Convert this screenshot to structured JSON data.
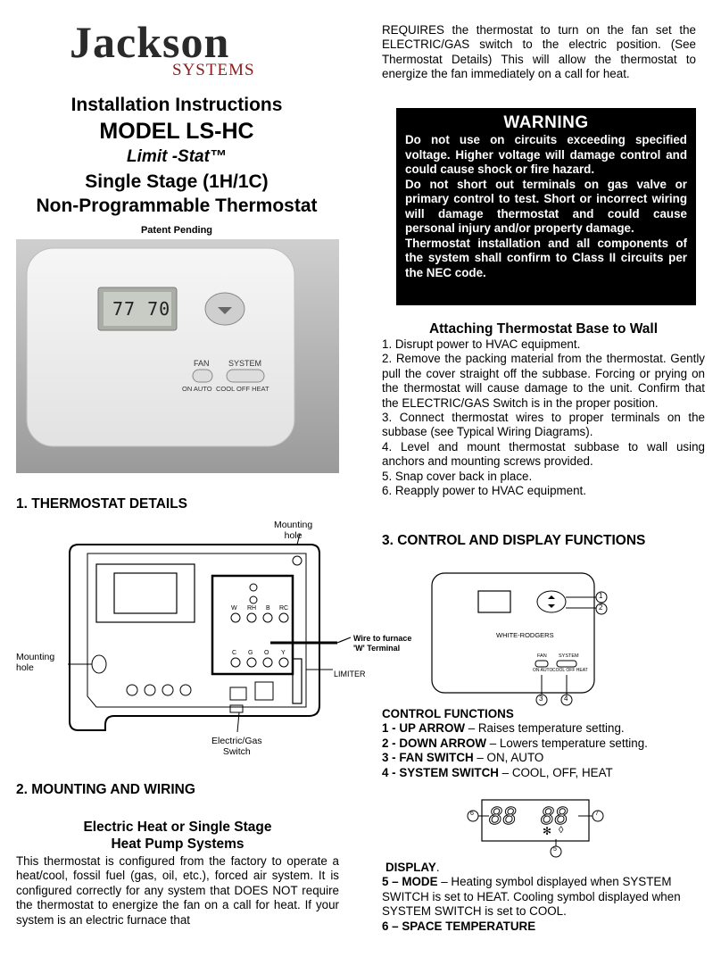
{
  "logo": {
    "brand": "Jackson",
    "sub": "SYSTEMS"
  },
  "title": {
    "line1": "Installation Instructions",
    "line2": "MODEL LS-HC",
    "line3": "Limit -Stat™",
    "line4": "Single Stage (1H/1C)",
    "line5": "Non-Programmable Thermostat",
    "line6": "Patent Pending"
  },
  "photo": {
    "display": "77 70",
    "fan_label": "FAN",
    "system_label": "SYSTEM",
    "fan_opts": "ON AUTO",
    "system_opts": "COOL OFF HEAT"
  },
  "intro_right": "REQUIRES the thermostat to turn on the fan set the ELECTRIC/GAS switch to the electric position. (See Thermostat Details) This will allow the thermostat to energize the fan immediately on a call for heat.",
  "warning": {
    "title": "WARNING",
    "p1": "Do not use on circuits exceeding specified voltage. Higher voltage will damage control and could cause shock or fire hazard.",
    "p2": "Do not short out terminals on gas valve or primary control to test. Short or incorrect wiring will damage thermostat and could cause personal injury and/or property damage.",
    "p3": "Thermostat installation and all components of the system shall confirm to Class II circuits per the NEC code."
  },
  "attach": {
    "heading": "Attaching Thermostat Base to Wall",
    "steps": [
      "1. Disrupt power to HVAC equipment.",
      "2. Remove the packing material from the thermostat. Gently pull the cover straight off the subbase. Forcing or prying on the thermostat will cause damage to the unit. Confirm that the ELECTRIC/GAS Switch is in the proper position.",
      "3. Connect thermostat wires to proper terminals on the subbase (see Typical Wiring Diagrams).",
      "4. Level and mount thermostat subbase to wall using anchors and mounting screws provided.",
      "5. Snap cover back in place.",
      "6. Reapply power to HVAC equipment."
    ]
  },
  "sec1": {
    "heading": "1. THERMOSTAT DETAILS"
  },
  "details": {
    "mounting_hole_top": "Mounting\nhole",
    "mounting_hole_left": "Mounting\nhole",
    "wire_to_furnace": "Wire to furnace\n'W' Terminal",
    "limiter": "LIMITER",
    "electric_gas": "Electric/Gas\nSwitch",
    "terminals_top": [
      "W",
      "RH",
      "B",
      "RC"
    ],
    "terminals_bottom": [
      "C",
      "G",
      "O",
      "Y"
    ]
  },
  "sec2": {
    "heading": "2. MOUNTING AND WIRING"
  },
  "electric": {
    "heading1": "Electric Heat or Single Stage",
    "heading2": "Heat Pump Systems",
    "body": "This thermostat is configured from the factory to operate a heat/cool, fossil fuel (gas, oil, etc.), forced air system. It is configured correctly for any system that DOES NOT require the thermostat to energize the fan on a call for heat. If your system is an electric furnace that"
  },
  "sec3": {
    "heading": "3. CONTROL AND DISPLAY FUNCTIONS"
  },
  "ctrl_diagram": {
    "brand": "WHITE-RODGERS",
    "fan": "FAN",
    "system": "SYSTEM",
    "fan_opts": "ON AUTO",
    "system_opts": "COOL OFF HEAT",
    "callouts": [
      "1",
      "2",
      "3",
      "4"
    ]
  },
  "control_functions": {
    "heading": "CONTROL FUNCTIONS",
    "items": [
      {
        "key": "1 - UP ARROW",
        "text": " – Raises temperature setting."
      },
      {
        "key": "2 - DOWN ARROW",
        "text": " – Lowers temperature setting."
      },
      {
        "key": "3 - FAN SWITCH",
        "text": " – ON, AUTO"
      },
      {
        "key": "4 - SYSTEM SWITCH",
        "text": " – COOL, OFF, HEAT"
      }
    ]
  },
  "display_diagram": {
    "callouts": [
      "6",
      "7",
      "5"
    ],
    "digits_left": "88",
    "digits_right": "88"
  },
  "display": {
    "heading": "DISPLAY",
    "mode_key": "5 – MODE",
    "mode_text": " – Heating symbol displayed when SYSTEM SWITCH is set to HEAT. Cooling symbol displayed when SYSTEM SWITCH is set to COOL.",
    "space_key": "6 – SPACE TEMPERATURE"
  }
}
